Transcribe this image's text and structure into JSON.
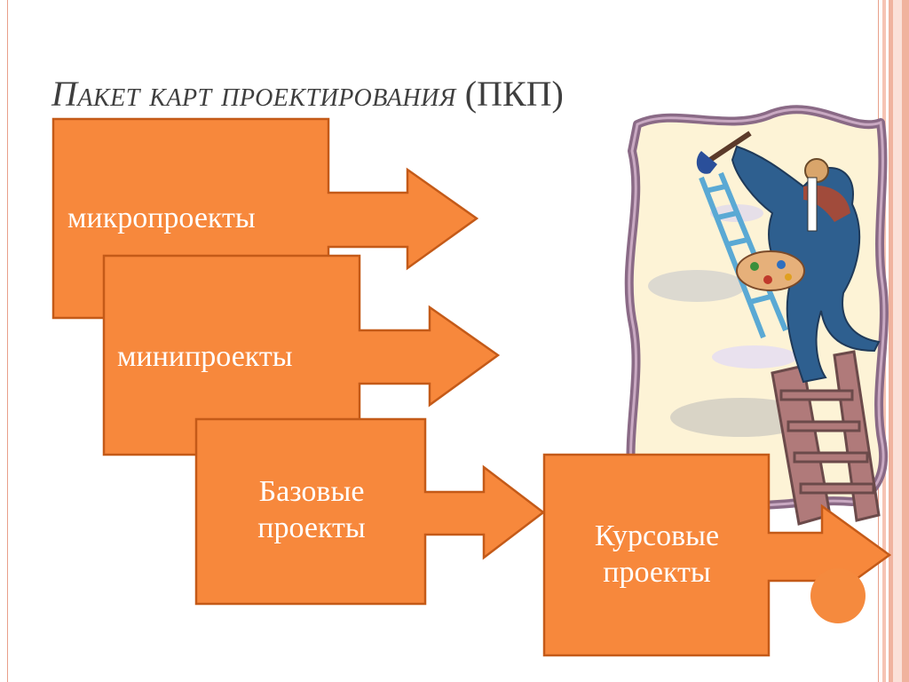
{
  "slide": {
    "title_main": "Пакет карт проектирования",
    "title_suffix": "(ПКП)"
  },
  "boxes": [
    {
      "label": "микропроекты"
    },
    {
      "label": "минипроекты"
    },
    {
      "label": "Базовые проекты"
    },
    {
      "label": "Курсовые проекты"
    }
  ],
  "colors": {
    "box_fill": "#f7883c",
    "box_stroke": "#c45a18",
    "accent_circle": "#f58a3e"
  },
  "illustration": {
    "icon": "painter-on-ladder-clipart"
  }
}
